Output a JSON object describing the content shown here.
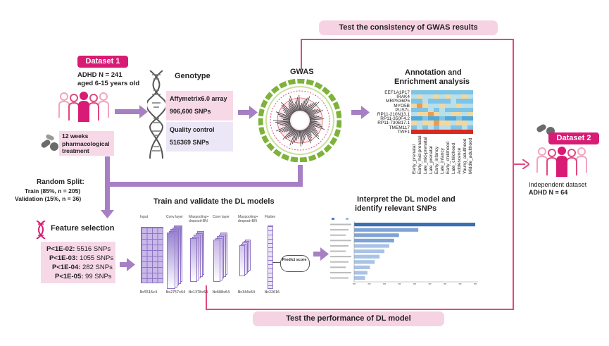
{
  "banners": {
    "top": "Test the consistency of GWAS results",
    "bottom": "Test the performance of DL model"
  },
  "dataset1": {
    "badge": "Dataset 1",
    "line1": "ADHD N = 241",
    "line2": "aged 6-15 years old",
    "treatment": "12 weeks pharmacological treatment"
  },
  "genotype": {
    "title": "Genotype",
    "array": "Affymetrix6.0 array",
    "snps": "906,600 SNPs",
    "qc": "Quality control",
    "qc_snps": "516369 SNPs"
  },
  "gwas": {
    "title": "GWAS"
  },
  "annotation": {
    "title_line1": "Annotation and",
    "title_line2": "Enrichment analysis",
    "genes": [
      "EEF1A1P17",
      "IRAK4",
      "MRPS36P5",
      "MYO5B",
      "PUS7L",
      "RP11-210N13.1",
      "RP11-350F4.2",
      "RP11-730B17.1",
      "TMEM117",
      "TWF1"
    ],
    "stages": [
      "Early_prenatal",
      "Early_mid-prenatal",
      "Late_mid-prenatal",
      "Late_prenatal",
      "Early_infancy",
      "Late_infancy",
      "Early_childhood",
      "Late_childhood",
      "Adolescence",
      "Young_adulthood",
      "Middle_adulthood"
    ],
    "heat_values": [
      [
        2,
        2,
        2,
        2,
        2,
        2,
        2,
        2,
        2,
        2,
        2
      ],
      [
        3,
        4,
        3,
        3,
        4,
        3,
        4,
        3,
        3,
        4,
        3
      ],
      [
        2,
        2,
        3,
        2,
        2,
        2,
        2,
        3,
        2,
        2,
        2
      ],
      [
        4,
        5,
        4,
        3,
        3,
        4,
        3,
        3,
        4,
        3,
        3
      ],
      [
        2,
        2,
        2,
        3,
        2,
        3,
        2,
        2,
        2,
        2,
        2
      ],
      [
        3,
        4,
        4,
        5,
        4,
        3,
        3,
        4,
        4,
        3,
        4
      ],
      [
        1,
        1,
        2,
        1,
        1,
        2,
        1,
        1,
        2,
        1,
        1
      ],
      [
        4,
        3,
        4,
        4,
        5,
        4,
        4,
        3,
        4,
        4,
        3
      ],
      [
        2,
        3,
        2,
        3,
        2,
        3,
        3,
        2,
        2,
        3,
        2
      ],
      [
        6,
        6,
        6,
        6,
        6,
        6,
        6,
        6,
        6,
        6,
        6
      ]
    ],
    "heat_colors": [
      "#2f7fc1",
      "#4fa9dc",
      "#7dc4e6",
      "#b9dfe9",
      "#f3d7a0",
      "#ea9b51",
      "#d9281e"
    ]
  },
  "dataset2": {
    "badge": "Dataset 2",
    "line1": "Independent dataset",
    "line2": "ADHD N = 64"
  },
  "split": {
    "title": "Random Split:",
    "train": "Train (85%, n = 205)",
    "validation": "Validation (15%, n = 36)"
  },
  "features": {
    "title": "Feature selection",
    "items": [
      {
        "threshold": "P<1E-02:",
        "snps": "5516 SNPs"
      },
      {
        "threshold": "P<1E-03:",
        "snps": "1055 SNPs"
      },
      {
        "threshold": "P<1E-04:",
        "snps": "282 SNPs"
      },
      {
        "threshold": "P<1E-05:",
        "snps": "99 SNPs"
      }
    ]
  },
  "dl": {
    "title": "Train and validate the DL models",
    "layers": [
      "Input",
      "Conv layer",
      "Maxpooling+ dropout+BN",
      "Conv layer",
      "Maxpooling+ dropout+BN",
      "Flatten"
    ],
    "dims": [
      "Nx5516x4",
      "Nx2757x64",
      "Nx1378x64",
      "Nx688x64",
      "Nx344x64",
      "Nx22016"
    ],
    "predict": "Predict score"
  },
  "interpret": {
    "title_line1": "Interpret the DL model and",
    "title_line2": "identify relevant SNPs",
    "bar_values": [
      1.0,
      0.53,
      0.37,
      0.33,
      0.29,
      0.25,
      0.21,
      0.17,
      0.13,
      0.11,
      0.09
    ]
  }
}
